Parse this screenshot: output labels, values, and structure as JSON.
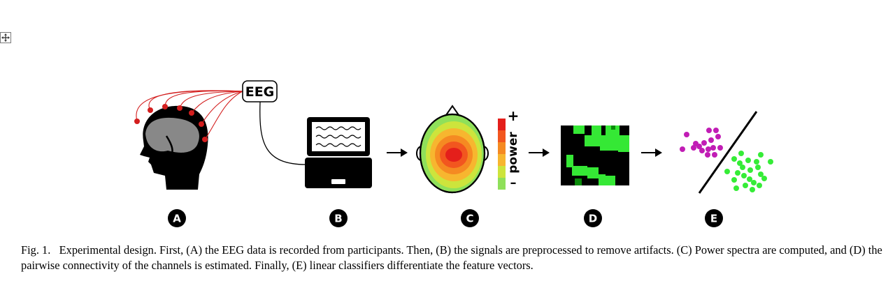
{
  "figure": {
    "panel_labels": [
      "A",
      "B",
      "C",
      "D",
      "E"
    ],
    "eeg_box_label": "EEG",
    "colorbar": {
      "label": "power",
      "plus": "+",
      "minus": "–"
    },
    "heatmap_colors": [
      "#e41f1b",
      "#f2561f",
      "#f58a22",
      "#f7b62f",
      "#cde43c",
      "#8fe05a"
    ],
    "matrix_on_color": "#35e835",
    "scatter_colors": {
      "class_a": "#c11db5",
      "class_b": "#35ec37"
    },
    "icons": [
      "head-icon",
      "laptop-icon",
      "scalp-map-icon",
      "connectivity-matrix-icon",
      "scatter-plot-icon",
      "arrow-right-icon",
      "move-handle-icon"
    ]
  },
  "caption": {
    "label": "Fig. 1.",
    "text": "Experimental design. First, (A) the EEG data is recorded from participants. Then, (B) the signals are preprocessed to remove artifacts. (C) Power spectra are computed, and (D) the pairwise connectivity of the channels is estimated. Finally, (E) linear classifiers differentiate the feature vectors."
  }
}
